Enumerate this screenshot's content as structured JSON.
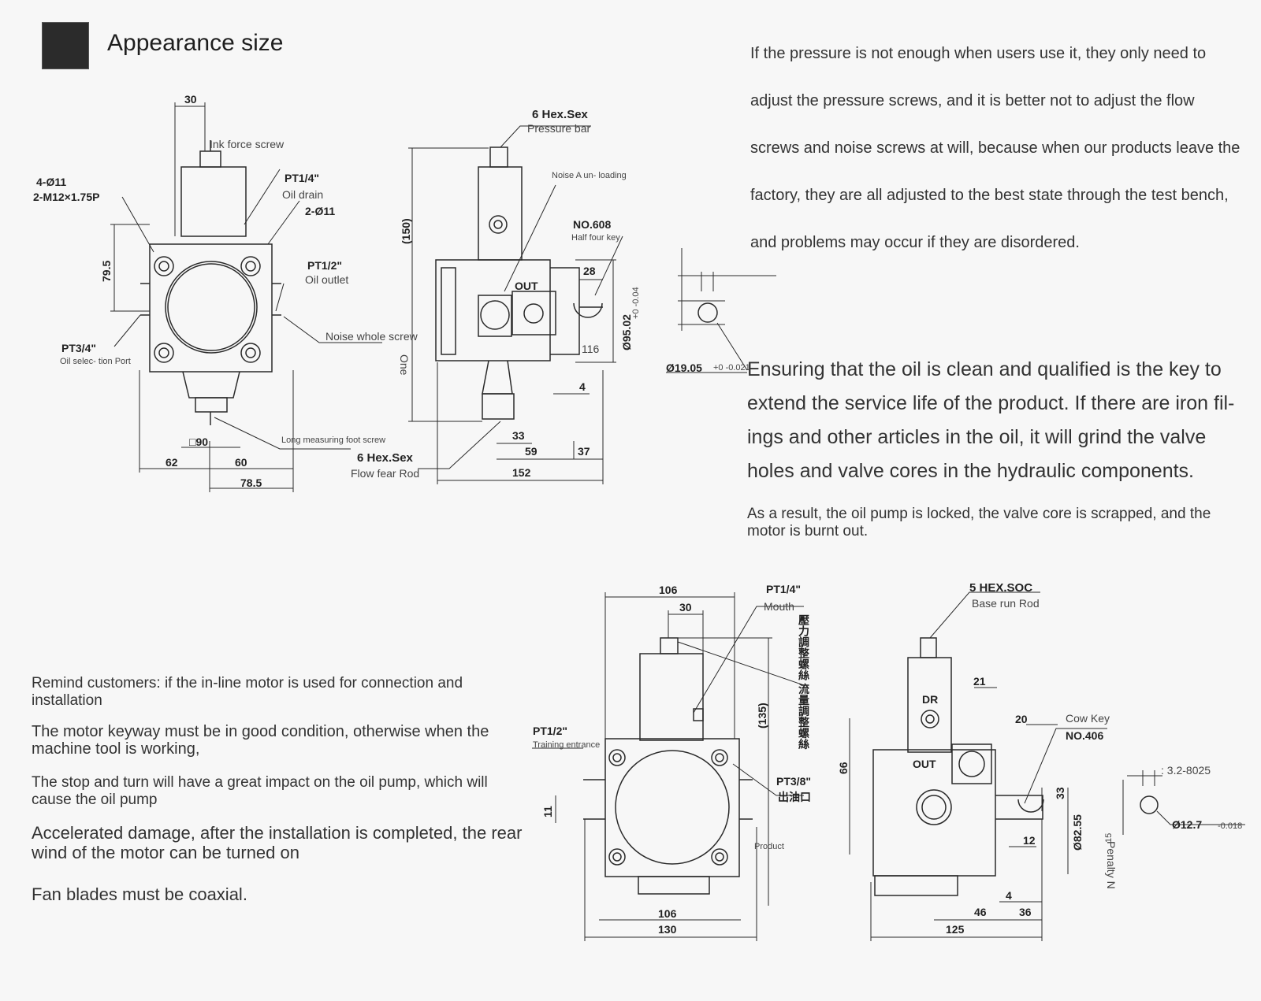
{
  "header": {
    "title": "Appearance size"
  },
  "notes": {
    "pressure_note": "If the pressure is not enough when users use it, they only need to adjust the pressure screws, and it is better not to adjust the flow screws and noise screws at will, because when our products leave the factory, they are all adjusted to the best state through the test bench, and problems may occur if they are disordered.",
    "oil_note": "Ensuring that the oil is clean and qualified is the key to extend the service life of the product. If there are iron fil-ings and other articles in the oil, it will grind the valve holes and valve cores in the hydraulic components.",
    "result_note": "As a result, the oil pump is locked, the valve core is scrapped, and the motor is burnt out."
  },
  "remind": {
    "line1": "Remind customers: if the in-line motor is used for connection and installation",
    "line2": "The motor keyway must be in good condition, otherwise when the machine tool is working,",
    "line3": "The stop and turn will have a great impact on the oil pump, which will cause the oil pump",
    "line4": "Accelerated damage, after the installation is completed, the rear wind of the motor can be turned on",
    "line5": "Fan blades must be coaxial."
  },
  "drawing_top": {
    "front": {
      "dim_30": "30",
      "ink_force_screw": "Ink force screw",
      "hole_4_011": "4-Ø11",
      "thread_m12": "2-M12×1.75P",
      "pt14": "PT1/4\"",
      "oil_drain": "Oil drain",
      "hole_2_011": "2-Ø11",
      "dim_795": "79.5",
      "pt12": "PT1/2\"",
      "oil_outlet": "Oil outlet",
      "noise_whole_screw": "Noise whole screw",
      "pt34": "PT3/4\"",
      "oil_selection_port": "Oil selec- tion Port",
      "sq90": "□90",
      "long_measuring": "Long measuring foot screw",
      "dim_62": "62",
      "dim_60": "60",
      "dim_785": "78.5"
    },
    "side": {
      "hex_sex_top": "6 Hex.Sex",
      "pressure_bar": "Pressure bar",
      "noise_unloading": "Noise A un- loading",
      "no608": "NO.608",
      "half_four_key": "Half four key",
      "dim_150": "(150)",
      "out": "OUT",
      "dim_28": "28",
      "dim_9502": "Ø95.02",
      "tol_9502": "+0 -0.04",
      "dim_116": "116",
      "one": "One",
      "dim_4": "4",
      "dim_33": "33",
      "dim_59": "59",
      "dim_37": "37",
      "dim_152": "152",
      "hex_sex_bottom": "6 Hex.Sex",
      "flow_fear_rod": "Flow fear Rod"
    },
    "shaft": {
      "dia": "Ø19.05",
      "tol": "+0 -0.021"
    }
  },
  "drawing_bottom": {
    "front": {
      "dim_106_top": "106",
      "dim_30": "30",
      "pt14": "PT1/4\"",
      "mouth": "Mouth",
      "chinese_vertical": "壓力調整螺絲 流量調整螺絲",
      "dim_135": "(135)",
      "pt12": "PT1/2\"",
      "training_entrance": "Training entrance",
      "pt38": "PT3/8\"",
      "chinese_outlet": "出油口",
      "dim_11": "11",
      "product": "Product",
      "dim_106_bottom": "106",
      "dim_130": "130"
    },
    "side": {
      "hex_soc": "5 HEX.SOC",
      "base_run_rod": "Base run Rod",
      "dim_21": "21",
      "dr": "DR",
      "dim_20": "20",
      "cow_key": "Cow Key",
      "no406": "NO.406",
      "out": "OUT",
      "dim_66": "66",
      "dim_33": "33",
      "dim_8255": "Ø82.55",
      "dim_12": "12",
      "dim_4": "4",
      "dim_46": "46",
      "dim_36": "36",
      "dim_125": "125"
    },
    "shaft": {
      "spec": ": 3.2-8025",
      "dia": "Ø12.7",
      "tol": "-0.018",
      "penalty": "Penalty N",
      "dim_15": "15"
    }
  },
  "colors": {
    "ink": "#2a2a2a",
    "text": "#333333",
    "header_box": "#2b2b2b",
    "bg": "#f7f7f7"
  }
}
